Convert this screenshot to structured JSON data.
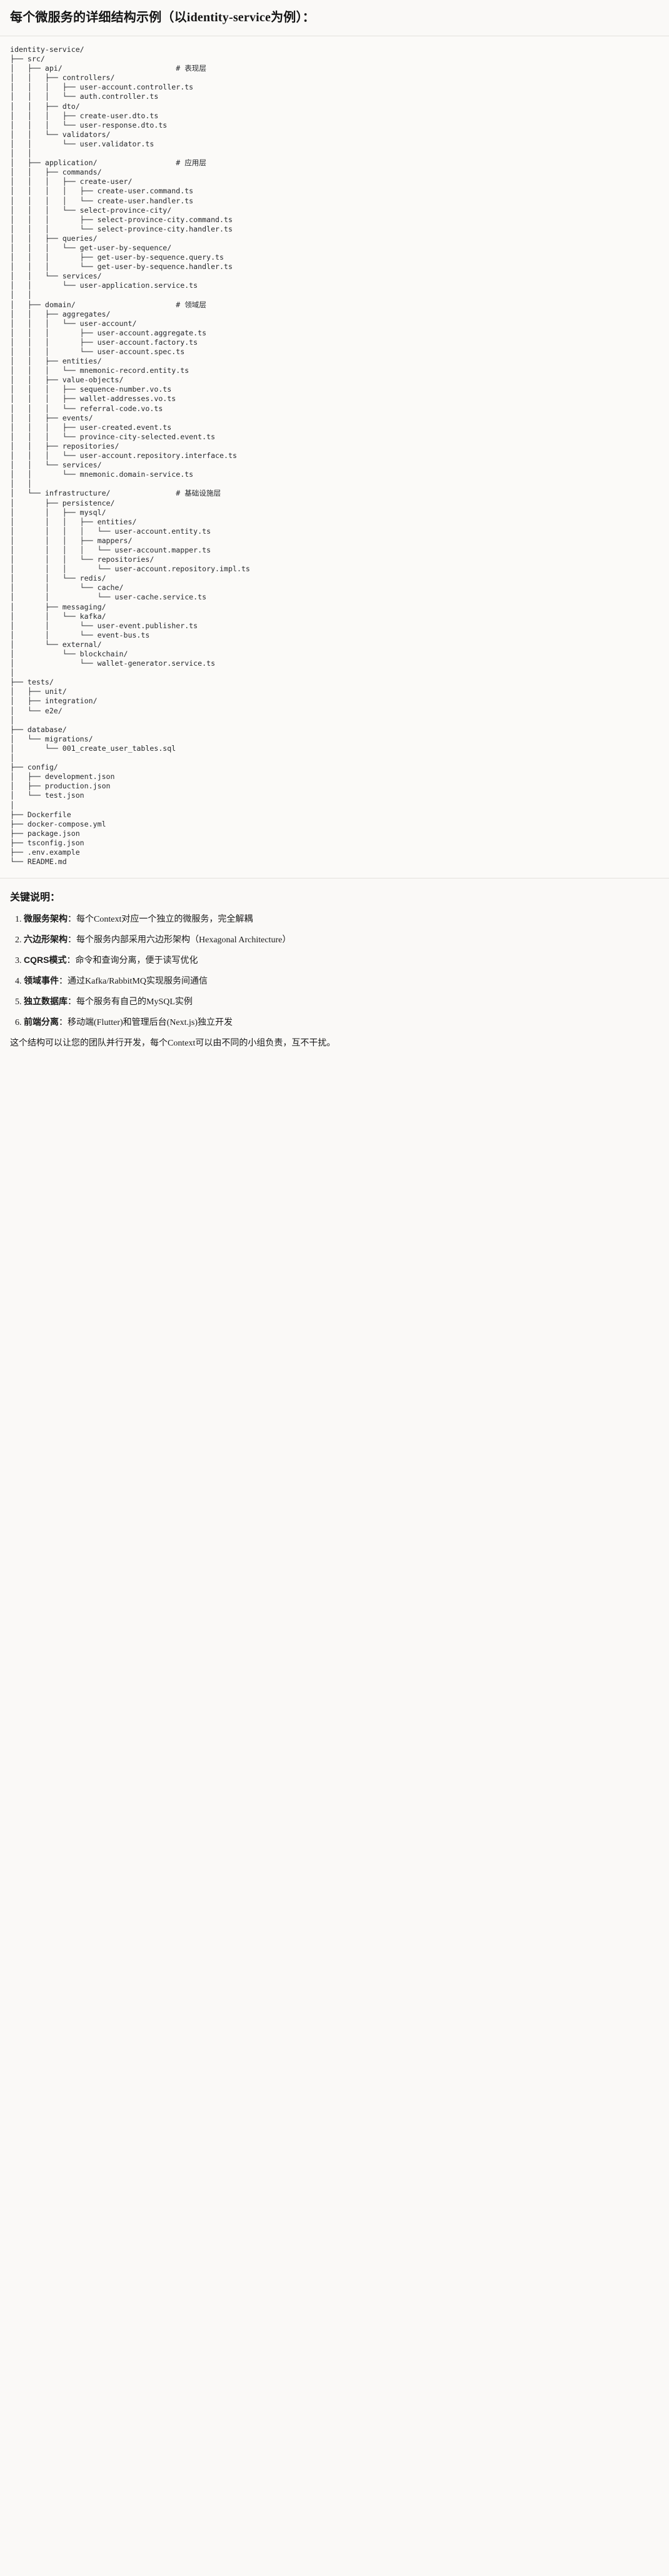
{
  "header": {
    "title_cjk_1": "每个微服务的详细结构示例",
    "title_rest": "（以identity-service为例）：",
    "title_full": "每个微服务的详细结构示例（以identity-service为例）："
  },
  "tree": {
    "root": "identity-service/",
    "comments": {
      "api": "# 表现层",
      "application": "# 应用层",
      "domain": "# 领域层",
      "infrastructure": "# 基础设施层"
    },
    "text": "identity-service/\n├── src/\n│   ├── api/                          # 表现层\n│   │   ├── controllers/\n│   │   │   ├── user-account.controller.ts\n│   │   │   └── auth.controller.ts\n│   │   ├── dto/\n│   │   │   ├── create-user.dto.ts\n│   │   │   └── user-response.dto.ts\n│   │   └── validators/\n│   │       └── user.validator.ts\n│   │\n│   ├── application/                  # 应用层\n│   │   ├── commands/\n│   │   │   ├── create-user/\n│   │   │   │   ├── create-user.command.ts\n│   │   │   │   └── create-user.handler.ts\n│   │   │   └── select-province-city/\n│   │   │       ├── select-province-city.command.ts\n│   │   │       └── select-province-city.handler.ts\n│   │   ├── queries/\n│   │   │   └── get-user-by-sequence/\n│   │   │       ├── get-user-by-sequence.query.ts\n│   │   │       └── get-user-by-sequence.handler.ts\n│   │   └── services/\n│   │       └── user-application.service.ts\n│   │\n│   ├── domain/                       # 领域层\n│   │   ├── aggregates/\n│   │   │   └── user-account/\n│   │   │       ├── user-account.aggregate.ts\n│   │   │       ├── user-account.factory.ts\n│   │   │       └── user-account.spec.ts\n│   │   ├── entities/\n│   │   │   └── mnemonic-record.entity.ts\n│   │   ├── value-objects/\n│   │   │   ├── sequence-number.vo.ts\n│   │   │   ├── wallet-addresses.vo.ts\n│   │   │   └── referral-code.vo.ts\n│   │   ├── events/\n│   │   │   ├── user-created.event.ts\n│   │   │   └── province-city-selected.event.ts\n│   │   ├── repositories/\n│   │   │   └── user-account.repository.interface.ts\n│   │   └── services/\n│   │       └── mnemonic.domain-service.ts\n│   │\n│   └── infrastructure/               # 基础设施层\n│       ├── persistence/\n│       │   ├── mysql/\n│       │   │   ├── entities/\n│       │   │   │   └── user-account.entity.ts\n│       │   │   ├── mappers/\n│       │   │   │   └── user-account.mapper.ts\n│       │   │   └── repositories/\n│       │   │       └── user-account.repository.impl.ts\n│       │   └── redis/\n│       │       └── cache/\n│       │           └── user-cache.service.ts\n│       ├── messaging/\n│       │   └── kafka/\n│       │       └── user-event.publisher.ts\n│       │       └── event-bus.ts\n│       └── external/\n│           └── blockchain/\n│               └── wallet-generator.service.ts\n│\n├── tests/\n│   ├── unit/\n│   ├── integration/\n│   └── e2e/\n│\n├── database/\n│   └── migrations/\n│       └── 001_create_user_tables.sql\n│\n├── config/\n│   ├── development.json\n│   ├── production.json\n│   └── test.json\n│\n├── Dockerfile\n├── docker-compose.yml\n├── package.json\n├── tsconfig.json\n├── .env.example\n└── README.md"
  },
  "keypoints": {
    "title": "关键说明：",
    "items": [
      {
        "term": "微服务架构",
        "desc": "：每个Context对应一个独立的微服务，完全解耦"
      },
      {
        "term": "六边形架构",
        "desc": "：每个服务内部采用六边形架构（Hexagonal Architecture）"
      },
      {
        "term": "CQRS模式",
        "desc": "：命令和查询分离，便于读写优化"
      },
      {
        "term": "领域事件",
        "desc": "：通过Kafka/RabbitMQ实现服务间通信"
      },
      {
        "term": "独立数据库",
        "desc": "：每个服务有自己的MySQL实例"
      },
      {
        "term": "前端分离",
        "desc": "：移动端(Flutter)和管理后台(Next.js)独立开发"
      }
    ],
    "footnote": "这个结构可以让您的团队并行开发，每个Context可以由不同的小组负责，互不干扰。"
  }
}
